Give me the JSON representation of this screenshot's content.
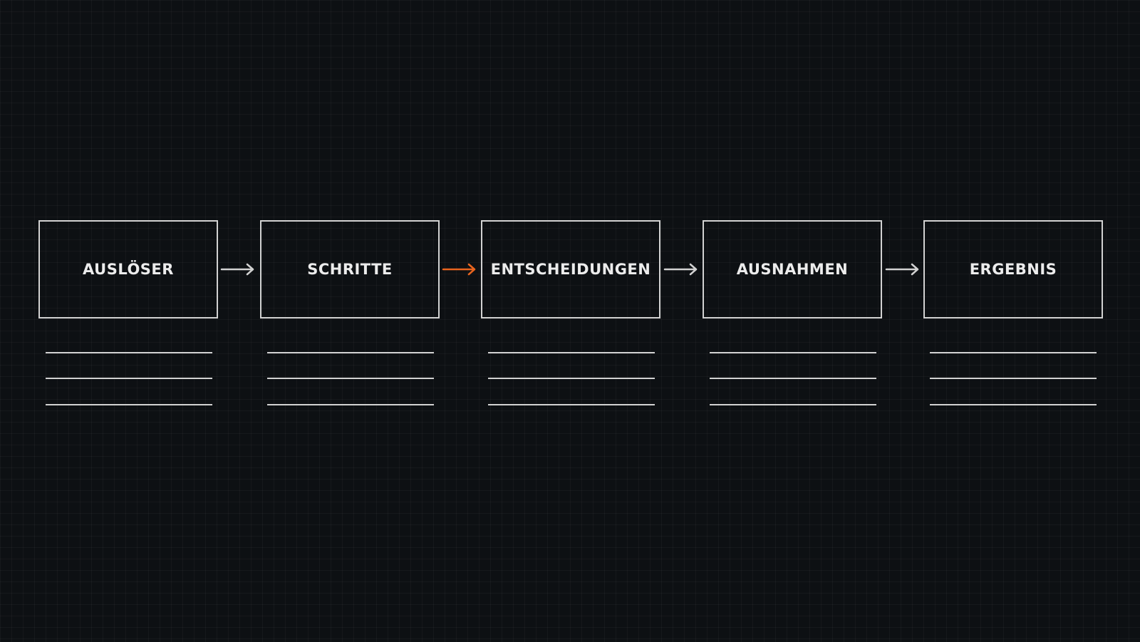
{
  "diagram": {
    "steps": [
      {
        "label": "AUSLÖSER"
      },
      {
        "label": "SCHRITTE"
      },
      {
        "label": "ENTSCHEIDUNGEN"
      },
      {
        "label": "AUSNAHMEN"
      },
      {
        "label": "ERGEBNIS"
      }
    ],
    "arrows": [
      {
        "from": "AUSLÖSER",
        "to": "SCHRITTE",
        "highlighted": false
      },
      {
        "from": "SCHRITTE",
        "to": "ENTSCHEIDUNGEN",
        "highlighted": true
      },
      {
        "from": "ENTSCHEIDUNGEN",
        "to": "AUSNAHMEN",
        "highlighted": false
      },
      {
        "from": "AUSNAHMEN",
        "to": "ERGEBNIS",
        "highlighted": false
      }
    ],
    "colors": {
      "background": "#0d1013",
      "outline": "#d2d2d2",
      "label": "#ececec",
      "accent": "#e8641e"
    }
  }
}
